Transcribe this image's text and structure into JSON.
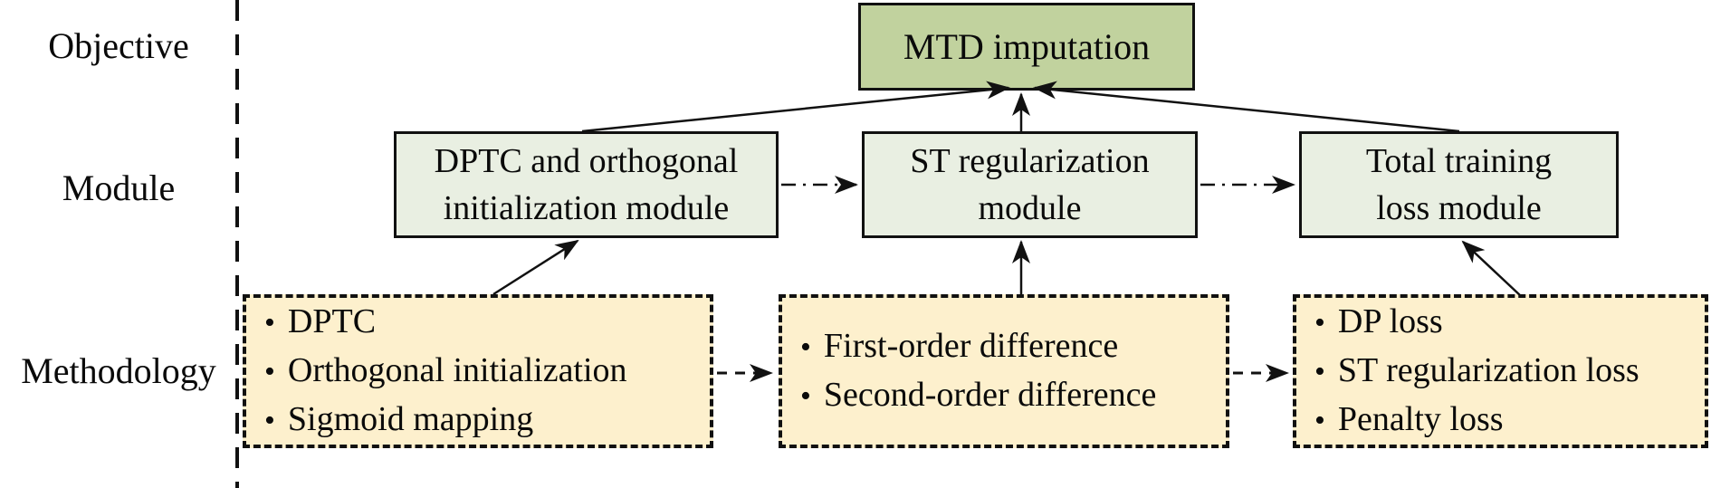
{
  "rows": {
    "objective_label": "Objective",
    "module_label": "Module",
    "methodology_label": "Methodology"
  },
  "objective": {
    "title": "MTD imputation"
  },
  "modules": [
    {
      "line1": "DPTC and orthogonal",
      "line2": "initialization module"
    },
    {
      "line1": "ST regularization",
      "line2": "module"
    },
    {
      "line1": "Total training",
      "line2": "loss module"
    }
  ],
  "methodology": [
    {
      "items": [
        "DPTC",
        "Orthogonal initialization",
        "Sigmoid mapping"
      ]
    },
    {
      "items": [
        "First-order difference",
        "Second-order difference"
      ]
    },
    {
      "items": [
        "DP loss",
        "ST regularization loss",
        "Penalty loss"
      ]
    }
  ],
  "icons": {
    "bullet": "•"
  },
  "colors": {
    "objective_fill": "#c1d29e",
    "module_fill": "#e9efe2",
    "methodology_fill": "#fdf0cd",
    "line_color": "#111111",
    "background": "#ffffff"
  }
}
